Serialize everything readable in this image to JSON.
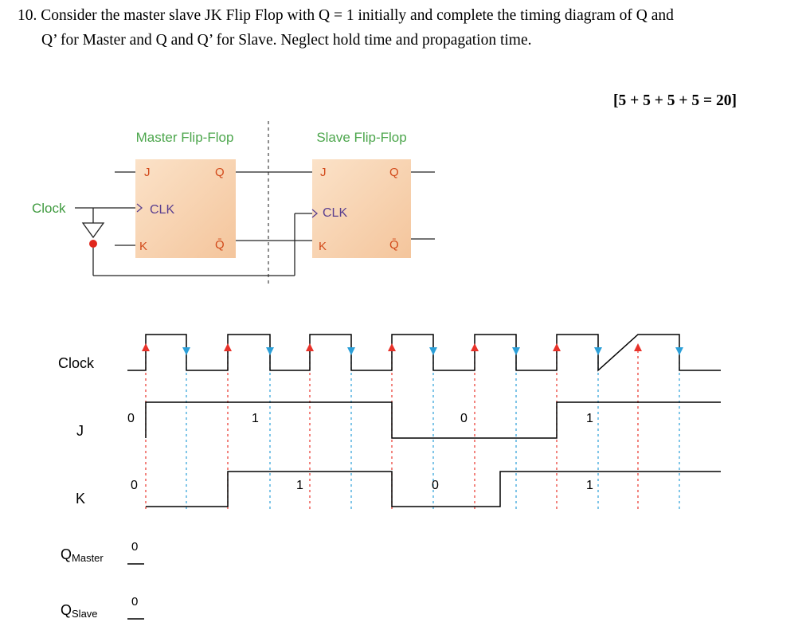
{
  "question": {
    "line1": "10. Consider the master slave JK Flip Flop with Q = 1 initially and complete the timing diagram of Q and",
    "line2": "Q’ for Master and Q and Q’ for Slave. Neglect hold time and propagation time.",
    "marks": "[5 + 5 + 5 + 5 = 20]"
  },
  "circuit": {
    "master_title": "Master Flip-Flop",
    "slave_title": "Slave Flip-Flop",
    "clock_label": "Clock",
    "pins": {
      "j": "J",
      "k": "K",
      "q": "Q",
      "qbar": "Q̄",
      "clk": "CLK"
    },
    "colors": {
      "box_fill": "#f9d6b3",
      "title_color": "#4ca64c",
      "clock_color": "#3f9a3f",
      "j_k_color": "#d24a1a",
      "q_color": "#d24a1a",
      "clk_color": "#5a3f8f"
    }
  },
  "timing": {
    "signal_labels": {
      "clock": "Clock",
      "j": "J",
      "k": "K",
      "q_master": "Q",
      "q_master_sub": "Master",
      "q_slave": "Q",
      "q_slave_sub": "Slave"
    },
    "j_annotations": [
      "0",
      "1",
      "0",
      "1"
    ],
    "k_annotations": [
      "0",
      "1",
      "0",
      "1"
    ],
    "q_master_initial": "0",
    "q_slave_initial": "0",
    "rising_edge_color": "#e8322a",
    "falling_edge_color": "#2b9fd8",
    "clock_cycles": 7
  }
}
